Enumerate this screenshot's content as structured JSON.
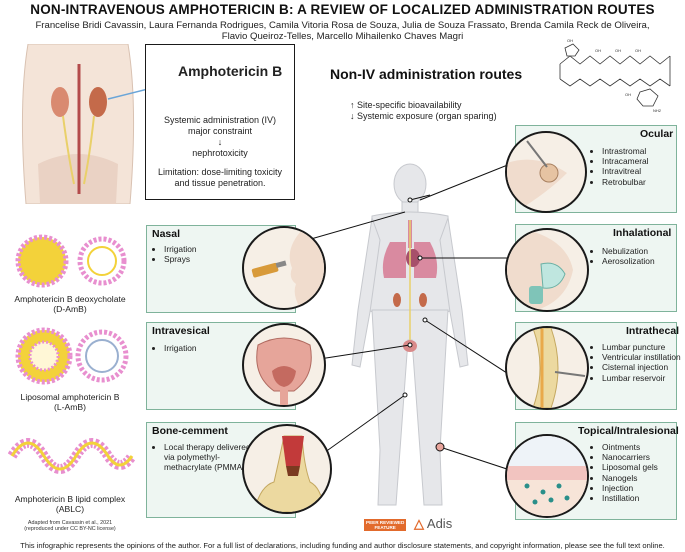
{
  "header": {
    "title": "NON-INTRAVENOUS AMPHOTERICIN B: A REVIEW OF LOCALIZED ADMINISTRATION ROUTES",
    "authors_line1": "Francelise Bridi Cavassin, Laura Fernanda Rodrigues, Camila Vitoria Rosa de Souza, Julia de Souza Frassato, Brenda Camila Reck de Oliveira,",
    "authors_line2": "Flavio Queiroz-Telles, Marcello Mihailenko Chaves Magri"
  },
  "drug_card": {
    "name": "Amphotericin B",
    "systemic_line1": "Systemic administration (IV)",
    "systemic_line2": "major constraint",
    "arrow": "↓",
    "systemic_line3": "nephrotoxicity",
    "limitation_line1": "Limitation: dose-limiting toxicity",
    "limitation_line2": "and tissue penetration."
  },
  "routes_header": {
    "title": "Non-IV administration routes",
    "up_line": "↑ Site-specific bioavailability",
    "down_line": "↓ Systemic exposure (organ sparing)"
  },
  "routes": {
    "nasal": {
      "title": "Nasal",
      "items": [
        "Irrigation",
        "Sprays"
      ]
    },
    "intravesical": {
      "title": "Intravesical",
      "items": [
        "Irrigation"
      ]
    },
    "bone": {
      "title": "Bone-cemment",
      "items": [
        "Local therapy delivered via polymethyl-methacrylate (PMMA)"
      ]
    },
    "ocular": {
      "title": "Ocular",
      "items": [
        "Intrastromal",
        "Intracameral",
        "Intravitreal",
        "Retrobulbar"
      ]
    },
    "inhalational": {
      "title": "Inhalational",
      "items": [
        "Nebulization",
        "Aerosolization"
      ]
    },
    "intrathecal": {
      "title": "Intrathecal",
      "items": [
        "Lumbar puncture",
        "Ventricular instillation",
        "Cisternal injection",
        "Lumbar reservoir"
      ]
    },
    "topical": {
      "title": "Topical/Intralesional",
      "items": [
        "Ointments",
        "Nanocarriers",
        "Liposomal gels",
        "Nanogels",
        "Injection",
        "Instillation"
      ]
    }
  },
  "formulations": [
    {
      "line1": "Amphotericin B deoxycholate",
      "line2": "(D-AmB)"
    },
    {
      "line1": "Liposomal amphotericin B",
      "line2": "(L-AmB)"
    },
    {
      "line1": "Amphotericin B lipid complex",
      "line2": "(ABLC)"
    }
  ],
  "credits": {
    "adapted_line1": "Adapted from Cavassin et al., 2021",
    "adapted_line2": "(reproduced under CC BY-NC license)",
    "badge_line1": "PEER REVIEWED",
    "badge_line2": "FEATURE",
    "publisher": "Adis"
  },
  "footer": {
    "text": "This infographic represents the opinions of the author. For a full list of declarations, including funding and author disclosure statements, and copyright information, please see the full text online."
  },
  "colors": {
    "panel_fill": "#eef6f2",
    "panel_border": "#7fb39b",
    "drug_yellow": "#f3d23a",
    "lipid_pink": "#e88fcf",
    "kidney": "#c46a4a",
    "publisher_orange": "#e26a2c"
  },
  "icons": [
    "iv-bag-icon",
    "molecule-structure-icon",
    "human-body-icon",
    "kidney-icon",
    "syringe-icon",
    "nebulizer-mask-icon",
    "spray-bottle-icon"
  ]
}
